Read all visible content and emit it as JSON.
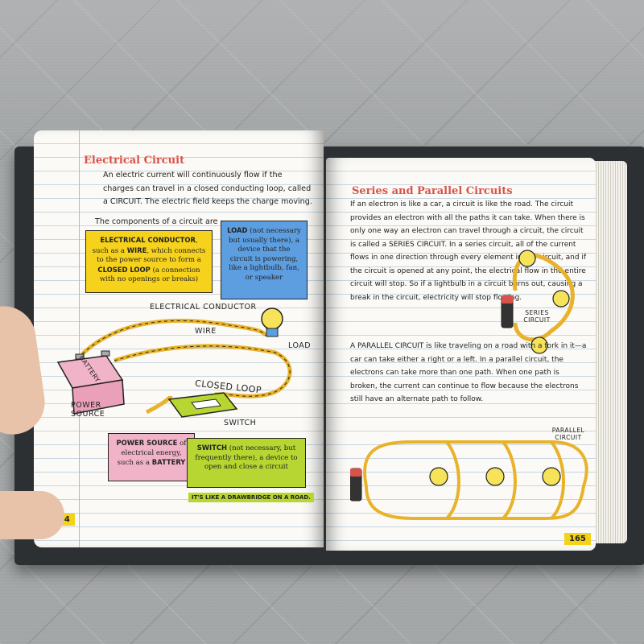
{
  "left_page": {
    "title": "Electrical Circuit",
    "intro": "An electric current will continuously flow if the charges can travel in a closed conducting loop, called a CIRCUIT. The electric field keeps the charge moving.",
    "components_intro": "The components of a circuit are",
    "box_conductor": {
      "term_1": "ELECTRICAL CONDUCTOR",
      "text_1": ", such as a ",
      "term_2": "WIRE",
      "text_2": ", which connects to the power source to form a ",
      "term_3": "CLOSED LOOP",
      "text_3": " (a connection with no openings or breaks)"
    },
    "box_load": {
      "term": "LOAD",
      "text": " (not necessary but usually there), a device that the circuit is powering, like a lightbulb, fan, or speaker"
    },
    "box_power": {
      "term_1": "POWER SOURCE",
      "text": " of electrical energy, such as a ",
      "term_2": "BATTERY"
    },
    "box_switch": {
      "term": "SWITCH",
      "text": " (not necessary, but frequently there), a device to open and close a circuit"
    },
    "diagram_labels": {
      "electrical_conductor": "ELECTRICAL CONDUCTOR",
      "wire": "WIRE",
      "load": "LOAD",
      "battery": "BATTERY",
      "closed_loop": "CLOSED LOOP",
      "power_source": "POWER SOURCE",
      "switch": "SWITCH"
    },
    "tip": "IT'S LIKE A DRAWBRIDGE ON A ROAD.",
    "page_number": "164"
  },
  "right_page": {
    "title": "Series and Parallel Circuits",
    "para_1": "If an electron is like a car, a circuit is like the road. The circuit provides an electron with all the paths it can take. When there is only one way an electron can travel through a circuit, the circuit is called a SERIES CIRCUIT. In a series circuit, all of the current flows in one direction through every element in the circuit, and if the circuit is opened at any point, the electrical flow in the entire circuit will stop. So if a lightbulb in a circuit burns out, causing a break in the circuit, electricity will stop flowing.",
    "para_2": "A PARALLEL CIRCUIT is like traveling on a road with a fork in it—a car can take either a right or a left. In a parallel circuit, the electrons can take more than one path. When one path is broken, the current can continue to flow because the electrons still have an alternate path to follow.",
    "series_label": "SERIES CIRCUIT",
    "parallel_label": "PARALLEL CIRCUIT",
    "page_number": "165"
  },
  "colors": {
    "title_red": "#d9534a",
    "conductor_box": "#f6d21c",
    "load_box": "#5d9ee0",
    "power_box": "#f0b3c8",
    "switch_box": "#b7d631",
    "page_number_bg": "#f4d21a",
    "wire": "#e8b32a"
  }
}
